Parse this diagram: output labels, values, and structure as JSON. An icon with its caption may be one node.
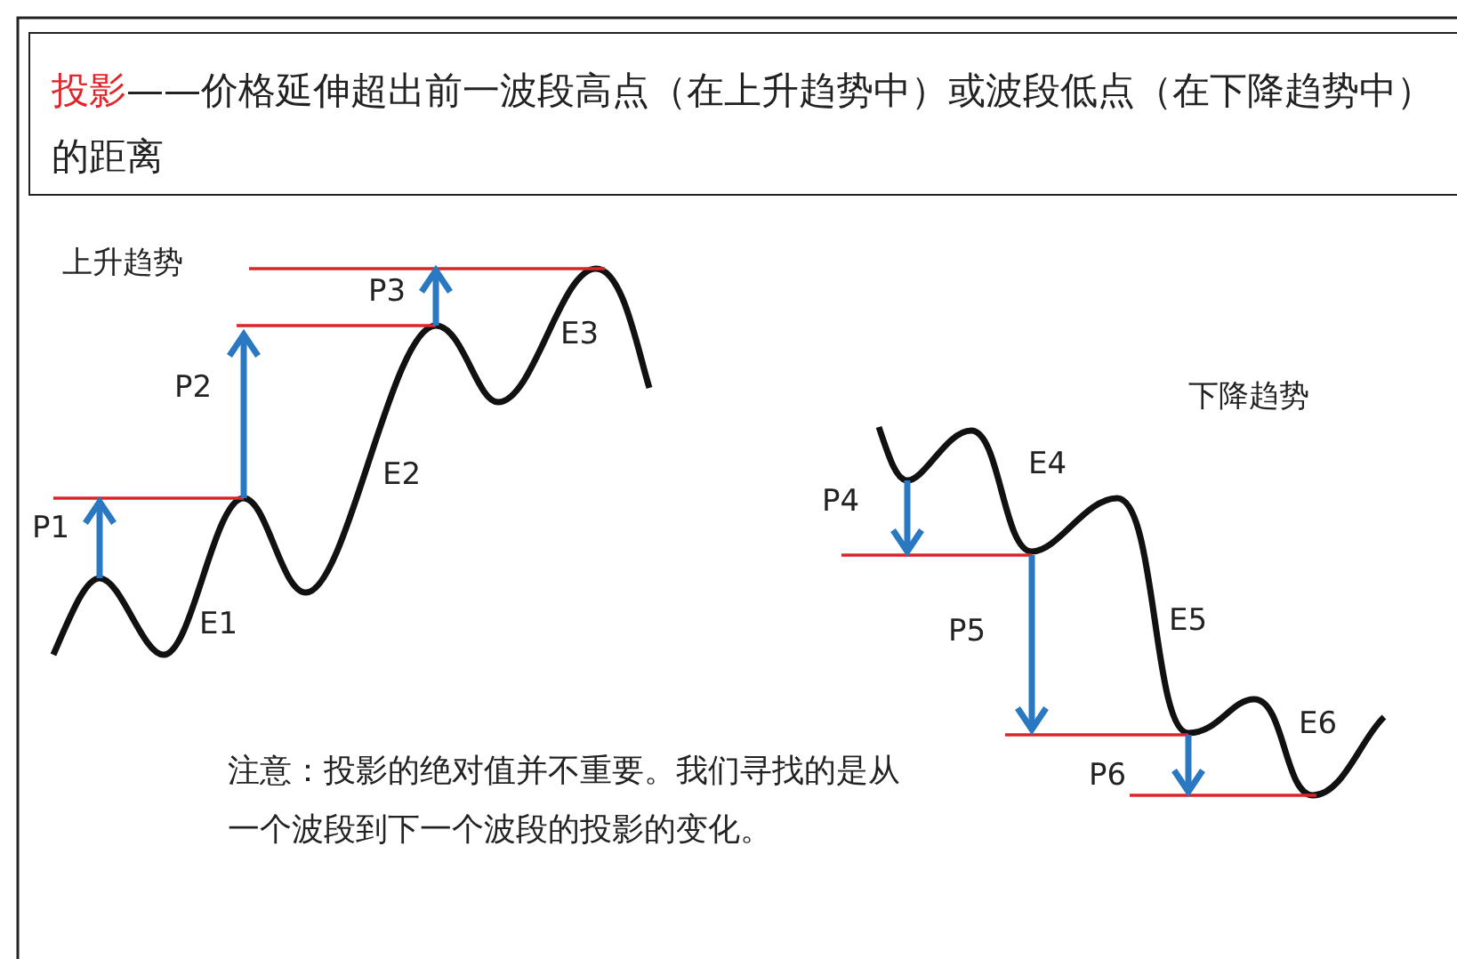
{
  "diagram": {
    "nodes": [
      {
        "text": [
          "投影",
          "——价格延伸超出前一波段高点（在上升趋势中）或波段低点（在下降趋势中）的距离"
        ]
      }
    ],
    "labels": [
      "上升趋势",
      "P3",
      "E3",
      "P2",
      "下降趋势",
      "E2",
      "E4",
      "P4",
      "P1",
      "E1",
      "P5",
      "E5",
      "E6",
      "P6",
      "注意：投影的绝对值并不重要。我们寻找的是从一个波段到下一个波段的投影的变化。"
    ]
  }
}
